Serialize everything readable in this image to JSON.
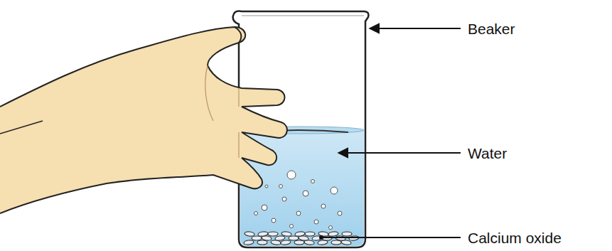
{
  "diagram": {
    "labels": [
      "Beaker",
      "Water",
      "Calcium oxide"
    ]
  }
}
